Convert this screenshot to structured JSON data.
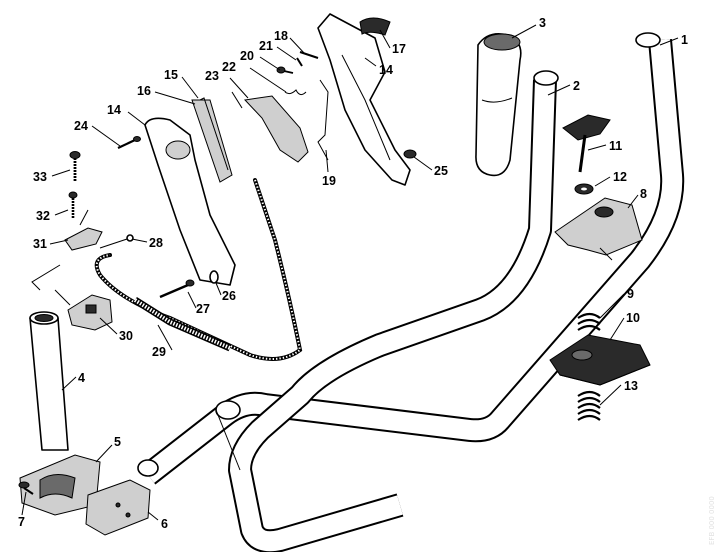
{
  "diagram": {
    "callouts": [
      "1",
      "2",
      "3",
      "4",
      "5",
      "6",
      "7",
      "8",
      "9",
      "10",
      "11",
      "12",
      "13",
      "14",
      "14",
      "15",
      "16",
      "17",
      "18",
      "19",
      "20",
      "21",
      "22",
      "23",
      "24",
      "25",
      "26",
      "27",
      "28",
      "29",
      "30",
      "31",
      "32",
      "33"
    ],
    "watermark": "EFB 000 0000"
  }
}
